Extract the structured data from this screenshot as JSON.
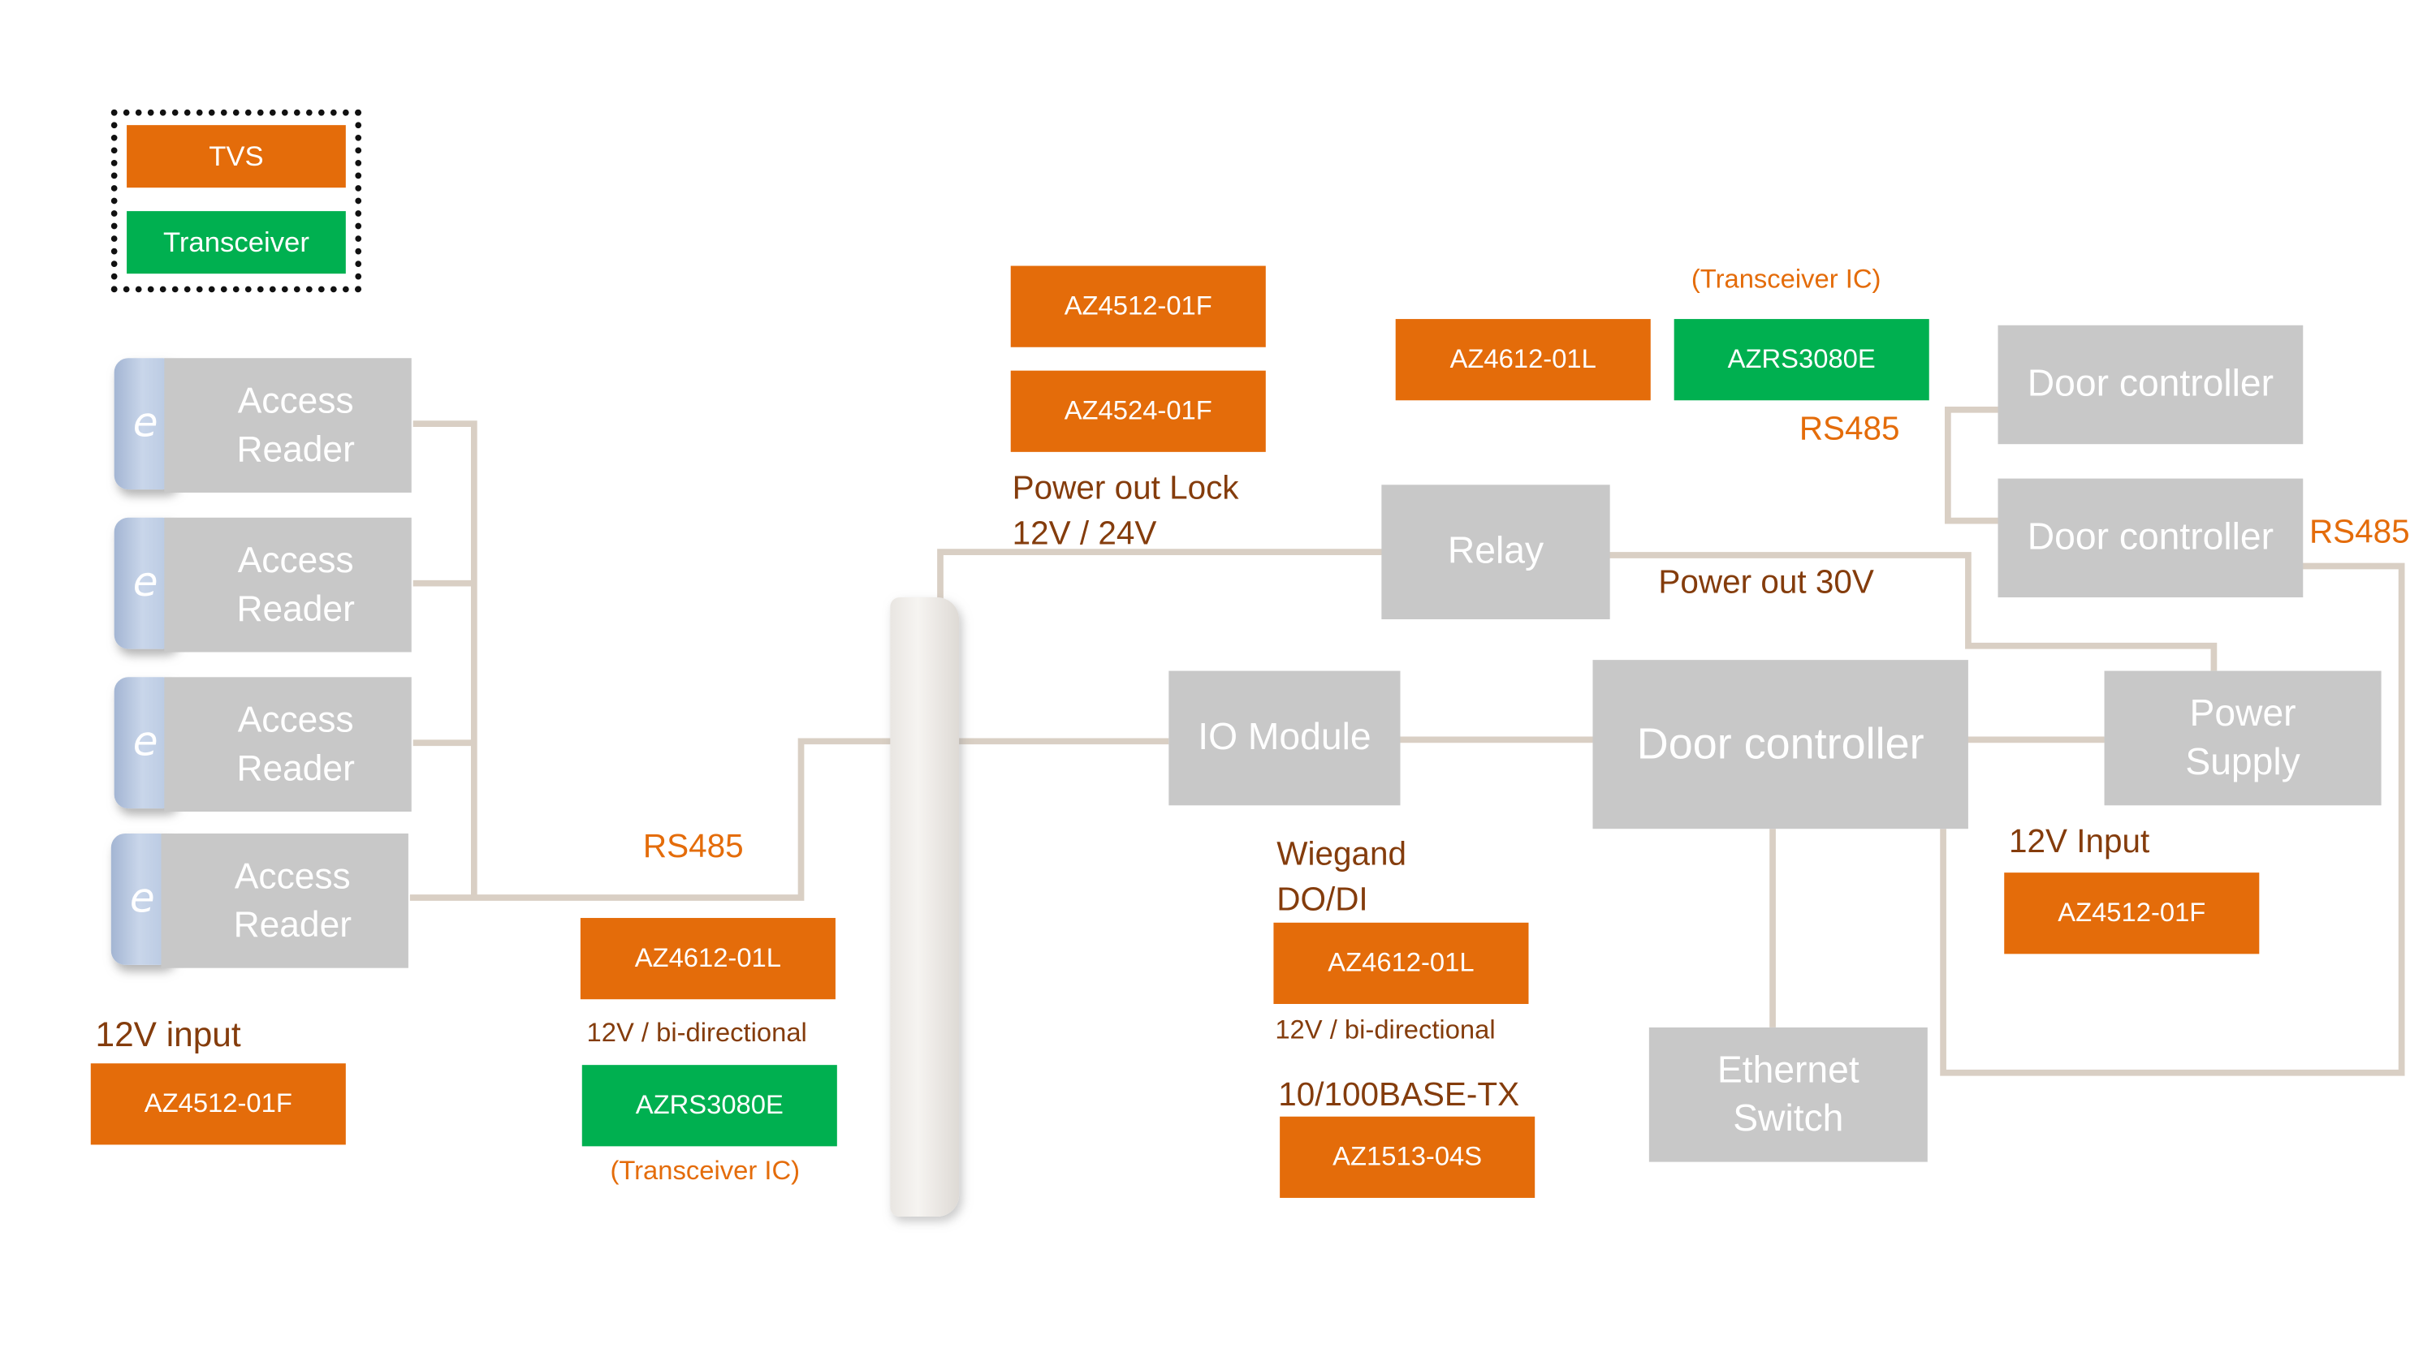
{
  "legend": {
    "tvs_label": "TVS",
    "transceiver_label": "Transceiver"
  },
  "colors": {
    "tvs": "#e46c0a",
    "transceiver": "#00b050",
    "block": "#c8c8c8",
    "wire": "#d9cfc4",
    "label_brown": "#843c0c",
    "label_orange": "#e46c0a"
  },
  "readers": {
    "items": [
      {
        "icon": "e",
        "line1": "Access",
        "line2": "Reader"
      },
      {
        "icon": "e",
        "line1": "Access",
        "line2": "Reader"
      },
      {
        "icon": "e",
        "line1": "Access",
        "line2": "Reader"
      },
      {
        "icon": "e",
        "line1": "Access",
        "line2": "Reader"
      }
    ],
    "power_label": "12V input",
    "tvs_part": "AZ4512-01F"
  },
  "rs485_bus": {
    "label": "RS485",
    "tvs_part": "AZ4612-01L",
    "note": "12V / bi-directional",
    "transceiver_part": "AZRS3080E",
    "transceiver_note": "(Transceiver IC)"
  },
  "lock_power": {
    "tvs_part_1": "AZ4512-01F",
    "tvs_part_2": "AZ4524-01F",
    "label_line1": "Power out Lock",
    "label_line2": "12V / 24V"
  },
  "relay": {
    "label": "Relay",
    "power_label": "Power out 30V"
  },
  "io_module": {
    "label": "IO Module",
    "signal_line1": "Wiegand",
    "signal_line2": "DO/DI",
    "tvs_part": "AZ4612-01L",
    "note": "12V / bi-directional",
    "ethernet_label": "10/100BASE-TX",
    "ethernet_part": "AZ1513-04S"
  },
  "main_controller": {
    "label": "Door controller"
  },
  "ethernet_switch": {
    "line1": "Ethernet",
    "line2": "Switch"
  },
  "power_supply": {
    "line1": "Power",
    "line2": "Supply",
    "input_label": "12V Input",
    "tvs_part": "AZ4512-01F"
  },
  "controller_bus": {
    "transceiver_note": "(Transceiver IC)",
    "tvs_part": "AZ4612-01L",
    "transceiver_part": "AZRS3080E",
    "label_left": "RS485",
    "label_right": "RS485",
    "controller_1": "Door controller",
    "controller_2": "Door controller"
  }
}
